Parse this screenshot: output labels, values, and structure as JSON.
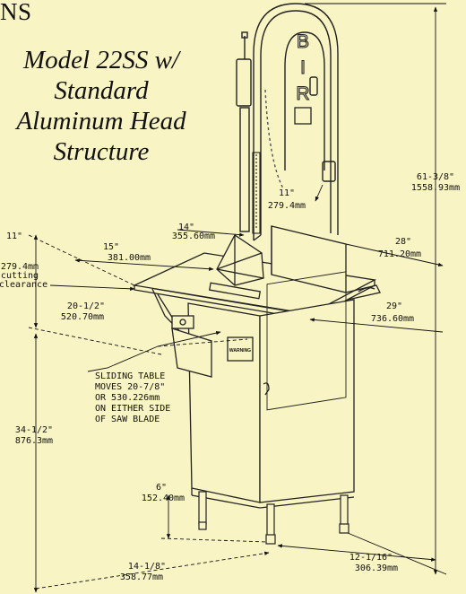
{
  "title_fragment": "NS",
  "caption": {
    "line1": "Model 22SS w/",
    "line2": "Standard",
    "line3": "Aluminum Head",
    "line4": "Structure"
  },
  "brand": [
    "B",
    "I",
    "R"
  ],
  "warning_label": "WARNING",
  "dimensions": {
    "overall_height_in": "61-3/8\"",
    "overall_height_mm": "1558.93mm",
    "throat_in": "11\"",
    "throat_mm": "279.4mm",
    "blade_guide_in": "14\"",
    "blade_guide_mm": "355.60mm",
    "table_depth_in": "15\"",
    "table_depth_mm": "381.00mm",
    "cutting_clearance_in": "11\"",
    "cutting_clearance_mm": "279.4mm",
    "cutting_clearance_label1": "cutting",
    "cutting_clearance_label2": "clearance",
    "fence_in": "28\"",
    "fence_mm": "711.20mm",
    "table_front_in": "20-1/2\"",
    "table_front_mm": "520.70mm",
    "table_width_in": "29\"",
    "table_width_mm": "736.60mm",
    "table_height_in": "34-1/2\"",
    "table_height_mm": "876.3mm",
    "leg_height_in": "6\"",
    "leg_height_mm": "152.40mm",
    "base_front_in": "14-1/8\"",
    "base_front_mm": "358.77mm",
    "base_side_in": "12-1/16\"",
    "base_side_mm": "306.39mm"
  },
  "sliding_note": [
    "SLIDING TABLE",
    "MOVES 20-7/8\"",
    "OR 530.226mm",
    "ON EITHER SIDE",
    "OF SAW BLADE"
  ]
}
